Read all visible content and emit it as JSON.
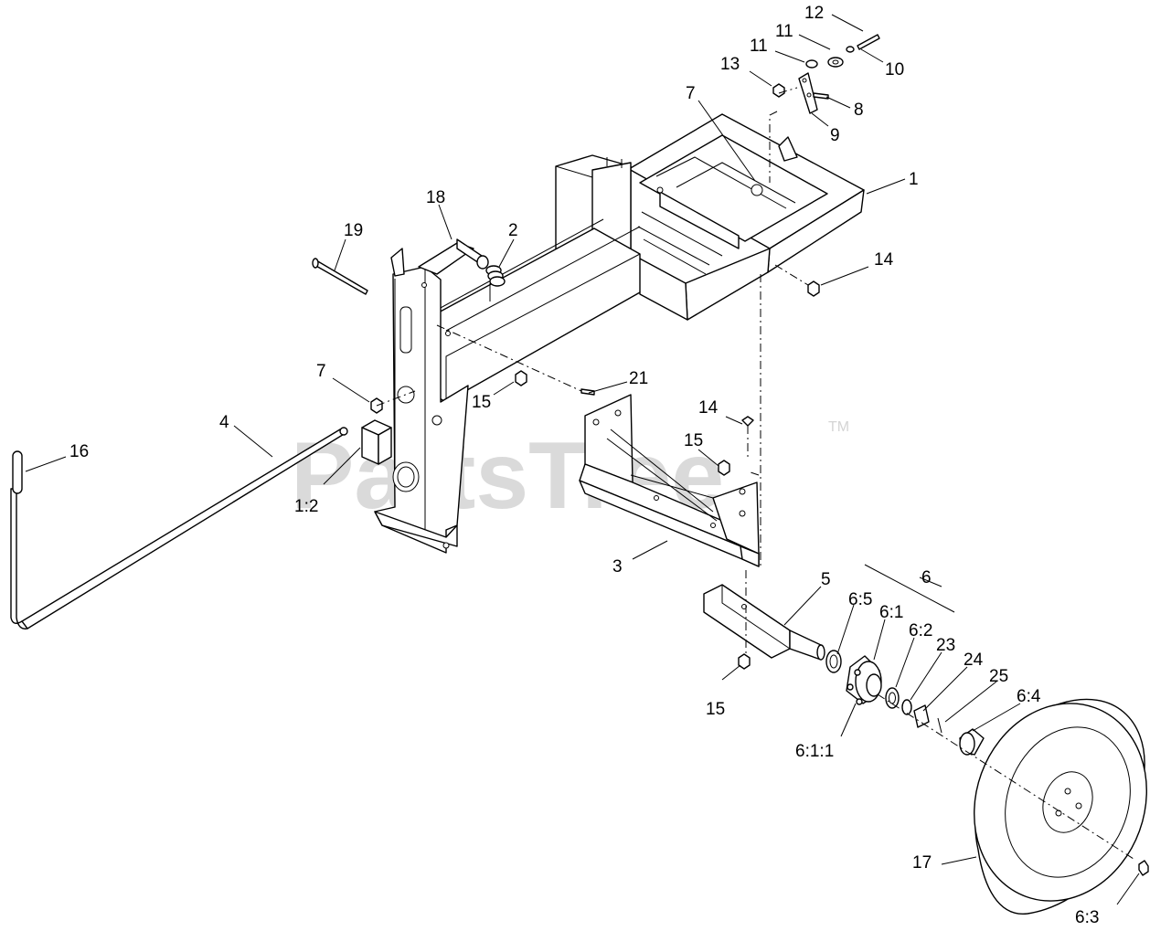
{
  "watermark": {
    "text": "PartsTree",
    "tm": "TM",
    "color": "#d4d4d4"
  },
  "callouts": [
    {
      "id": "c-12",
      "label": "12"
    },
    {
      "id": "c-11a",
      "label": "11"
    },
    {
      "id": "c-11b",
      "label": "11"
    },
    {
      "id": "c-10",
      "label": "10"
    },
    {
      "id": "c-13",
      "label": "13"
    },
    {
      "id": "c-8",
      "label": "8"
    },
    {
      "id": "c-9",
      "label": "9"
    },
    {
      "id": "c-7a",
      "label": "7"
    },
    {
      "id": "c-1",
      "label": "1"
    },
    {
      "id": "c-18",
      "label": "18"
    },
    {
      "id": "c-19",
      "label": "19"
    },
    {
      "id": "c-2",
      "label": "2"
    },
    {
      "id": "c-14a",
      "label": "14"
    },
    {
      "id": "c-7b",
      "label": "7"
    },
    {
      "id": "c-21",
      "label": "21"
    },
    {
      "id": "c-15a",
      "label": "15"
    },
    {
      "id": "c-4",
      "label": "4"
    },
    {
      "id": "c-16",
      "label": "16"
    },
    {
      "id": "c-1-2",
      "label": "1:2"
    },
    {
      "id": "c-14b",
      "label": "14"
    },
    {
      "id": "c-15b",
      "label": "15"
    },
    {
      "id": "c-3",
      "label": "3"
    },
    {
      "id": "c-5",
      "label": "5"
    },
    {
      "id": "c-6",
      "label": "6"
    },
    {
      "id": "c-6-5",
      "label": "6:5"
    },
    {
      "id": "c-6-1",
      "label": "6:1"
    },
    {
      "id": "c-6-2",
      "label": "6:2"
    },
    {
      "id": "c-23",
      "label": "23"
    },
    {
      "id": "c-24",
      "label": "24"
    },
    {
      "id": "c-25",
      "label": "25"
    },
    {
      "id": "c-6-4",
      "label": "6:4"
    },
    {
      "id": "c-15c",
      "label": "15"
    },
    {
      "id": "c-6-1-1",
      "label": "6:1:1"
    },
    {
      "id": "c-17",
      "label": "17"
    },
    {
      "id": "c-6-3",
      "label": "6:3"
    }
  ]
}
